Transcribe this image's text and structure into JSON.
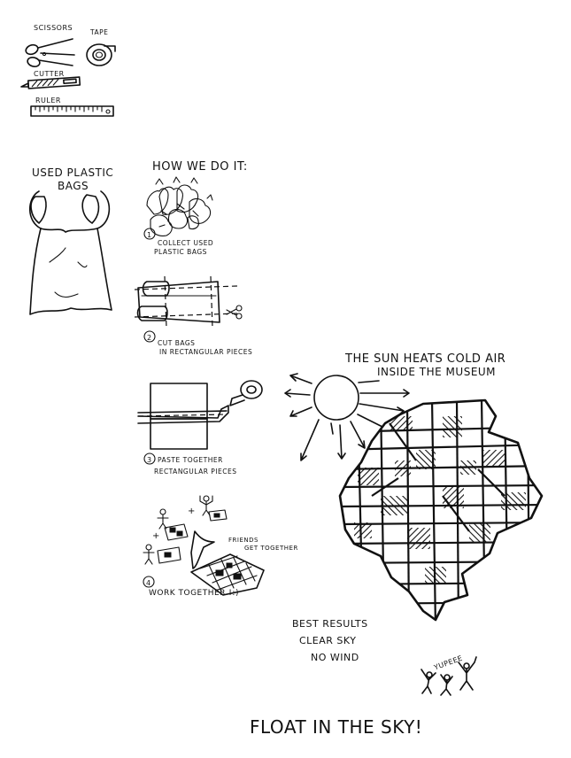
{
  "tools": {
    "scissors": "SCISSORS",
    "tape": "TAPE",
    "cutter": "CUTTER",
    "ruler": "RULER"
  },
  "bag_label_line1": "USED PLASTIC",
  "bag_label_line2": "BAGS",
  "steps_title": "HOW WE DO IT:",
  "steps": [
    {
      "num": "1",
      "line1": "COLLECT USED",
      "line2": "PLASTIC BAGS"
    },
    {
      "num": "2",
      "line1": "CUT BAGS",
      "line2": "IN RECTANGULAR PIECES"
    },
    {
      "num": "3",
      "line1": "PASTE TOGETHER",
      "line2": "RECTANGULAR PIECES"
    },
    {
      "num": "4",
      "line1": "WORK TOGETHER !:)",
      "line2": ""
    }
  ],
  "friends_line1": "FRIENDS",
  "friends_line2": "GET TOGETHER",
  "sun_line1": "THE SUN HEATS COLD AIR",
  "sun_line2": "INSIDE THE MUSEUM",
  "best_line1": "BEST RESULTS",
  "best_line2": "CLEAR SKY",
  "best_line3": "NO WIND",
  "yupee": "YUPEEE",
  "float": "FLOAT IN THE SKY!"
}
